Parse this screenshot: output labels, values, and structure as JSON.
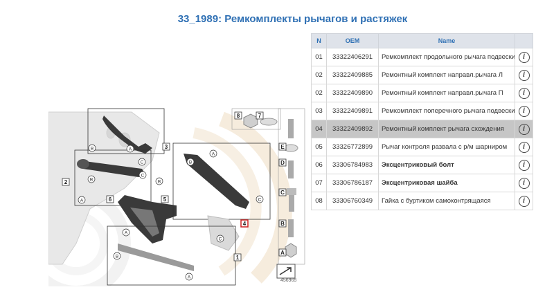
{
  "page": {
    "title": "33_1989: Ремкомплекты рычагов и растяжек"
  },
  "table": {
    "headers": {
      "n": "N",
      "oem": "OEM",
      "name": "Name"
    },
    "rows": [
      {
        "n": "01",
        "oem": "33322406291",
        "name": "Ремкомплект продольного рычага подвески",
        "bold": false,
        "highlight": false
      },
      {
        "n": "02",
        "oem": "33322409885",
        "name": "Ремонтный комплект направл.рычага Л",
        "bold": false,
        "highlight": false
      },
      {
        "n": "02",
        "oem": "33322409890",
        "name": "Ремонтный комплект направл.рычага П",
        "bold": false,
        "highlight": false
      },
      {
        "n": "03",
        "oem": "33322409891",
        "name": "Ремкомплект поперечного рычага подвески",
        "bold": false,
        "highlight": false
      },
      {
        "n": "04",
        "oem": "33322409892",
        "name": "Ремонтный комплект рычага схождения",
        "bold": false,
        "highlight": true
      },
      {
        "n": "05",
        "oem": "33326772899",
        "name": "Рычаг контроля развала с р/м шарниром",
        "bold": false,
        "highlight": false
      },
      {
        "n": "06",
        "oem": "33306784983",
        "name": "Эксцентриковый болт",
        "bold": true,
        "highlight": false
      },
      {
        "n": "07",
        "oem": "33306786187",
        "name": "Эксцентриковая шайба",
        "bold": true,
        "highlight": false
      },
      {
        "n": "08",
        "oem": "33306760349",
        "name": "Гайка с буртиком самоконтрящаяся",
        "bold": false,
        "highlight": false
      }
    ],
    "info_icon": "info-circle-icon",
    "info_glyph": "i"
  },
  "diagram": {
    "callouts": [
      "1",
      "2",
      "3",
      "4",
      "5",
      "6",
      "7",
      "8",
      "A",
      "B",
      "C",
      "D",
      "E"
    ],
    "point_labels": [
      "A",
      "B",
      "C"
    ],
    "ref_number": "456965",
    "highlight_color": "#cc2222",
    "accent_color": "#2f70b4"
  },
  "colors": {
    "title": "#2f70b4",
    "header_bg": "#dfe3ea",
    "highlight_row": "#c6c6c6"
  }
}
